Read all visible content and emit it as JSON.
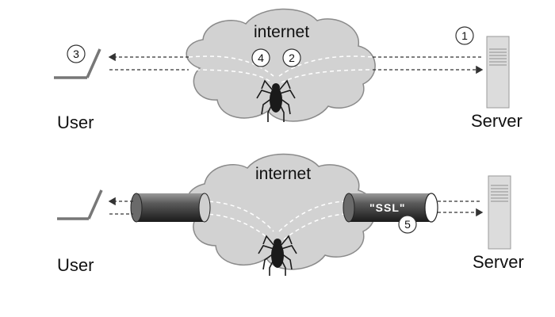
{
  "colors": {
    "cloud_fill": "#d2d2d2",
    "cloud_stroke": "#8a8a8a",
    "arrow": "#333333",
    "dash_light": "#ffffff",
    "server_fill": "#dcdcdc",
    "tube_dark": "#2a2a2a"
  },
  "icons": {
    "user": "laptop-icon",
    "server": "server-tower-icon",
    "attacker": "spider-icon"
  },
  "top": {
    "cloud_label": "internet",
    "user_label": "User",
    "server_label": "Server",
    "steps": [
      "1",
      "2",
      "3",
      "4"
    ]
  },
  "bottom": {
    "cloud_label": "internet",
    "user_label": "User",
    "server_label": "Server",
    "tunnel_label": "\"SSL\"",
    "steps": [
      "5"
    ]
  }
}
